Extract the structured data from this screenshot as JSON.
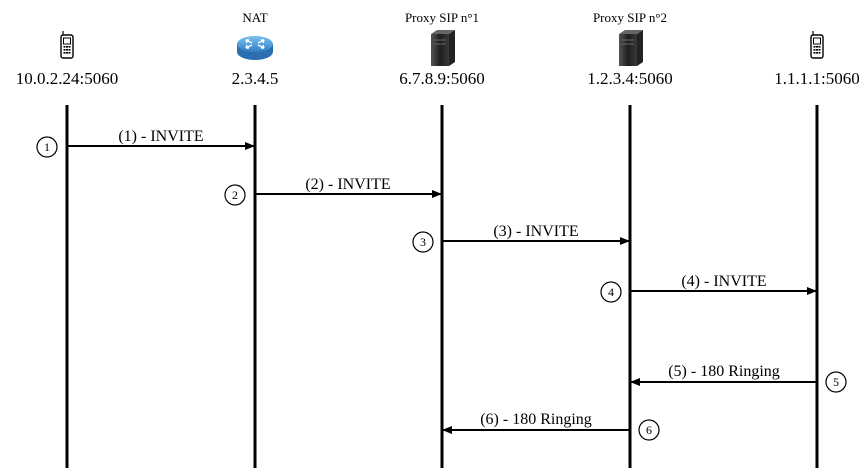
{
  "participants": [
    {
      "role": "",
      "address": "10.0.2.24:5060",
      "icon": "phone-icon"
    },
    {
      "role": "NAT",
      "address": "2.3.4.5",
      "icon": "router-icon"
    },
    {
      "role": "Proxy SIP n°1",
      "address": "6.7.8.9:5060",
      "icon": "server-icon"
    },
    {
      "role": "Proxy SIP n°2",
      "address": "1.2.3.4:5060",
      "icon": "server-icon"
    },
    {
      "role": "",
      "address": "1.1.1.1:5060",
      "icon": "phone-icon"
    }
  ],
  "messages": [
    {
      "step": "1",
      "label": "(1) - INVITE",
      "from": 0,
      "to": 1
    },
    {
      "step": "2",
      "label": "(2) - INVITE",
      "from": 1,
      "to": 2
    },
    {
      "step": "3",
      "label": "(3) - INVITE",
      "from": 2,
      "to": 3
    },
    {
      "step": "4",
      "label": "(4) - INVITE",
      "from": 3,
      "to": 4
    },
    {
      "step": "5",
      "label": "(5) - 180 Ringing",
      "from": 4,
      "to": 3
    },
    {
      "step": "6",
      "label": "(6) - 180 Ringing",
      "from": 3,
      "to": 2
    }
  ],
  "colors": {
    "line": "#000000",
    "router_blue": "#3b8fd8",
    "server_dark": "#2a2a2a"
  }
}
